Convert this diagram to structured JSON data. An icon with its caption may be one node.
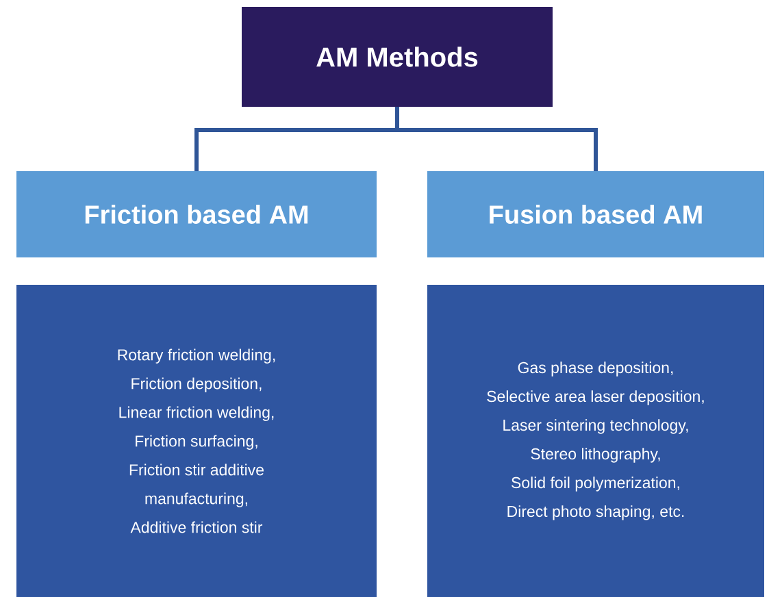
{
  "diagram": {
    "nodes": [
      {
        "text": [
          "AM Methods"
        ]
      },
      {
        "text": [
          "Friction based AM"
        ]
      },
      {
        "text": [
          "Fusion based AM"
        ]
      },
      {
        "text": [
          "Rotary friction welding,",
          "Friction deposition,",
          "Linear friction welding,",
          "Friction surfacing,",
          "Friction stir additive manufacturing,",
          "Additive friction stir"
        ]
      },
      {
        "text": [
          "Gas phase deposition,",
          "Selective area laser deposition,",
          "Laser sintering technology,",
          "Stereo lithography,",
          "Solid foil polymerization,",
          "Direct photo shaping, etc."
        ]
      }
    ],
    "edges": [
      {
        "from": 0,
        "to": 1,
        "arrow": "none"
      },
      {
        "from": 0,
        "to": 2,
        "arrow": "none"
      }
    ]
  }
}
